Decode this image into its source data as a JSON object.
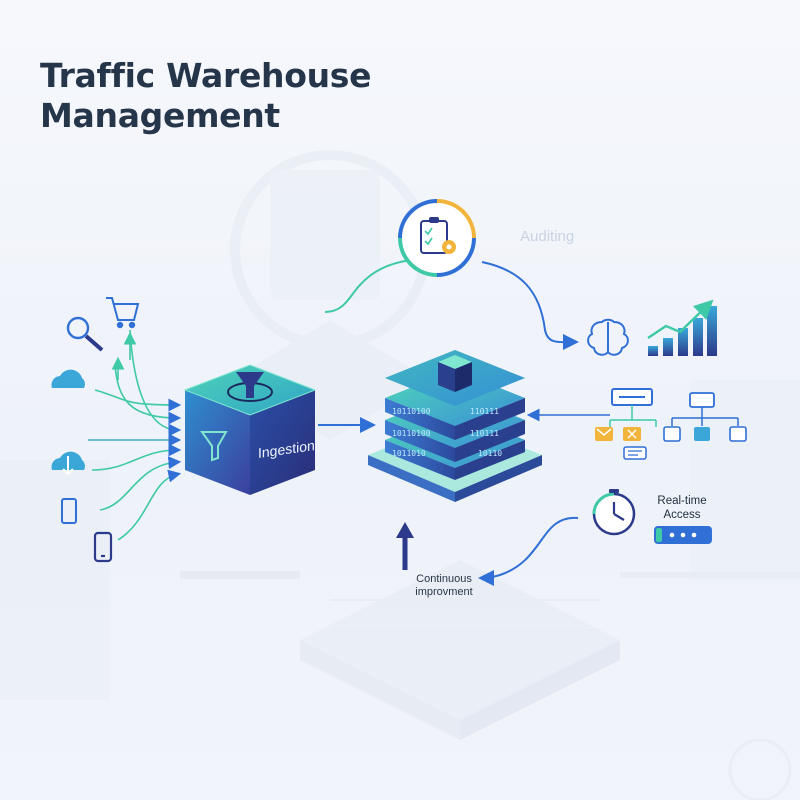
{
  "title": "Traffic Warehouse\nManagement",
  "labels": {
    "ingestion": "Ingestion",
    "auditing": "Auditing",
    "realtime_access": "Real-time\nAccess",
    "continuous_improvement": "Continuous\nimprovment"
  },
  "binary_rows": [
    "10110100",
    "110111",
    "10110100",
    "110111",
    "1011010",
    "10110"
  ],
  "icons": {
    "sources": [
      "search-icon",
      "shopping-cart-icon",
      "cloud-icon",
      "cloud-download-icon",
      "mobile-phone-icon",
      "smartphone-icon"
    ],
    "process": [
      "funnel-icon",
      "database-server-icon",
      "clipboard-gear-icon"
    ],
    "outputs": [
      "brain-icon",
      "growth-chart-icon",
      "document-flow-icon",
      "org-chart-icon",
      "clock-icon",
      "access-key-icon"
    ]
  },
  "colors": {
    "title": "#26364a",
    "teal": "#3ec9a7",
    "blue": "#2f6fd6",
    "navy": "#2b3a8a",
    "gold": "#f3b43b"
  }
}
